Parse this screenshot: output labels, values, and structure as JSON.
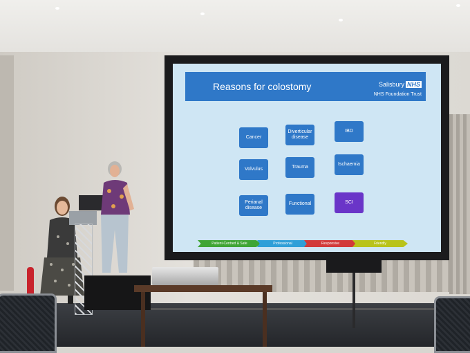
{
  "slide": {
    "title": "Reasons for colostomy",
    "org_name": "Salisbury",
    "org_logo": "NHS",
    "org_sub": "NHS Foundation Trust",
    "reasons": [
      "Cancer",
      "Diverticular disease",
      "IBD",
      "Volvulus",
      "Trauma",
      "Ischaemia",
      "Perianal disease",
      "Functional",
      "SCI"
    ],
    "values": [
      {
        "label": "Patient-Centred & Safe",
        "color": "#3fa535"
      },
      {
        "label": "Professional",
        "color": "#2f9fd8"
      },
      {
        "label": "Responsive",
        "color": "#d23a3a"
      },
      {
        "label": "Friendly",
        "color": "#b9c31b"
      }
    ]
  },
  "colors": {
    "slide_background": "#cfe6f4",
    "header_blue": "#2f78c8",
    "box_blue": "#2f78c8",
    "box_highlight": "#6a35c8"
  }
}
